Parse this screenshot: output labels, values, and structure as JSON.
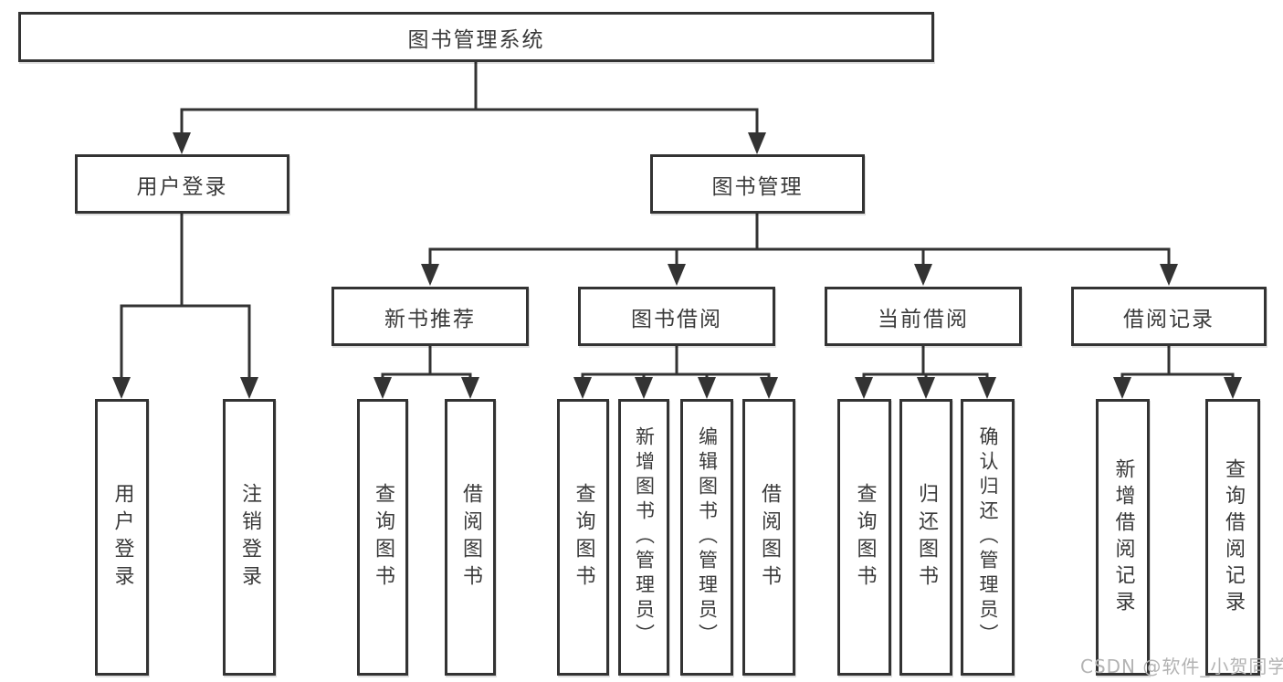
{
  "colors": {
    "line": "#333333",
    "text": "#3a3a3a",
    "background": "#ffffff",
    "watermark": "#b3b3b3"
  },
  "watermark": {
    "text": "CSDN @软件_小贺同学"
  },
  "diagram": {
    "root": {
      "label": "图书管理系统"
    },
    "branches": [
      {
        "label": "用户登录",
        "children": [
          {
            "label": "用户登录"
          },
          {
            "label": "注销登录"
          }
        ]
      },
      {
        "label": "图书管理",
        "children": [
          {
            "label": "新书推荐",
            "children": [
              {
                "label": "查询图书"
              },
              {
                "label": "借阅图书"
              }
            ]
          },
          {
            "label": "图书借阅",
            "children": [
              {
                "label": "查询图书"
              },
              {
                "label": "新增图书（管理员）"
              },
              {
                "label": "编辑图书（管理员）"
              },
              {
                "label": "借阅图书"
              }
            ]
          },
          {
            "label": "当前借阅",
            "children": [
              {
                "label": "查询图书"
              },
              {
                "label": "归还图书"
              },
              {
                "label": "确认归还（管理员）"
              }
            ]
          },
          {
            "label": "借阅记录",
            "children": [
              {
                "label": "新增借阅记录"
              },
              {
                "label": "查询借阅记录"
              }
            ]
          }
        ]
      }
    ]
  }
}
